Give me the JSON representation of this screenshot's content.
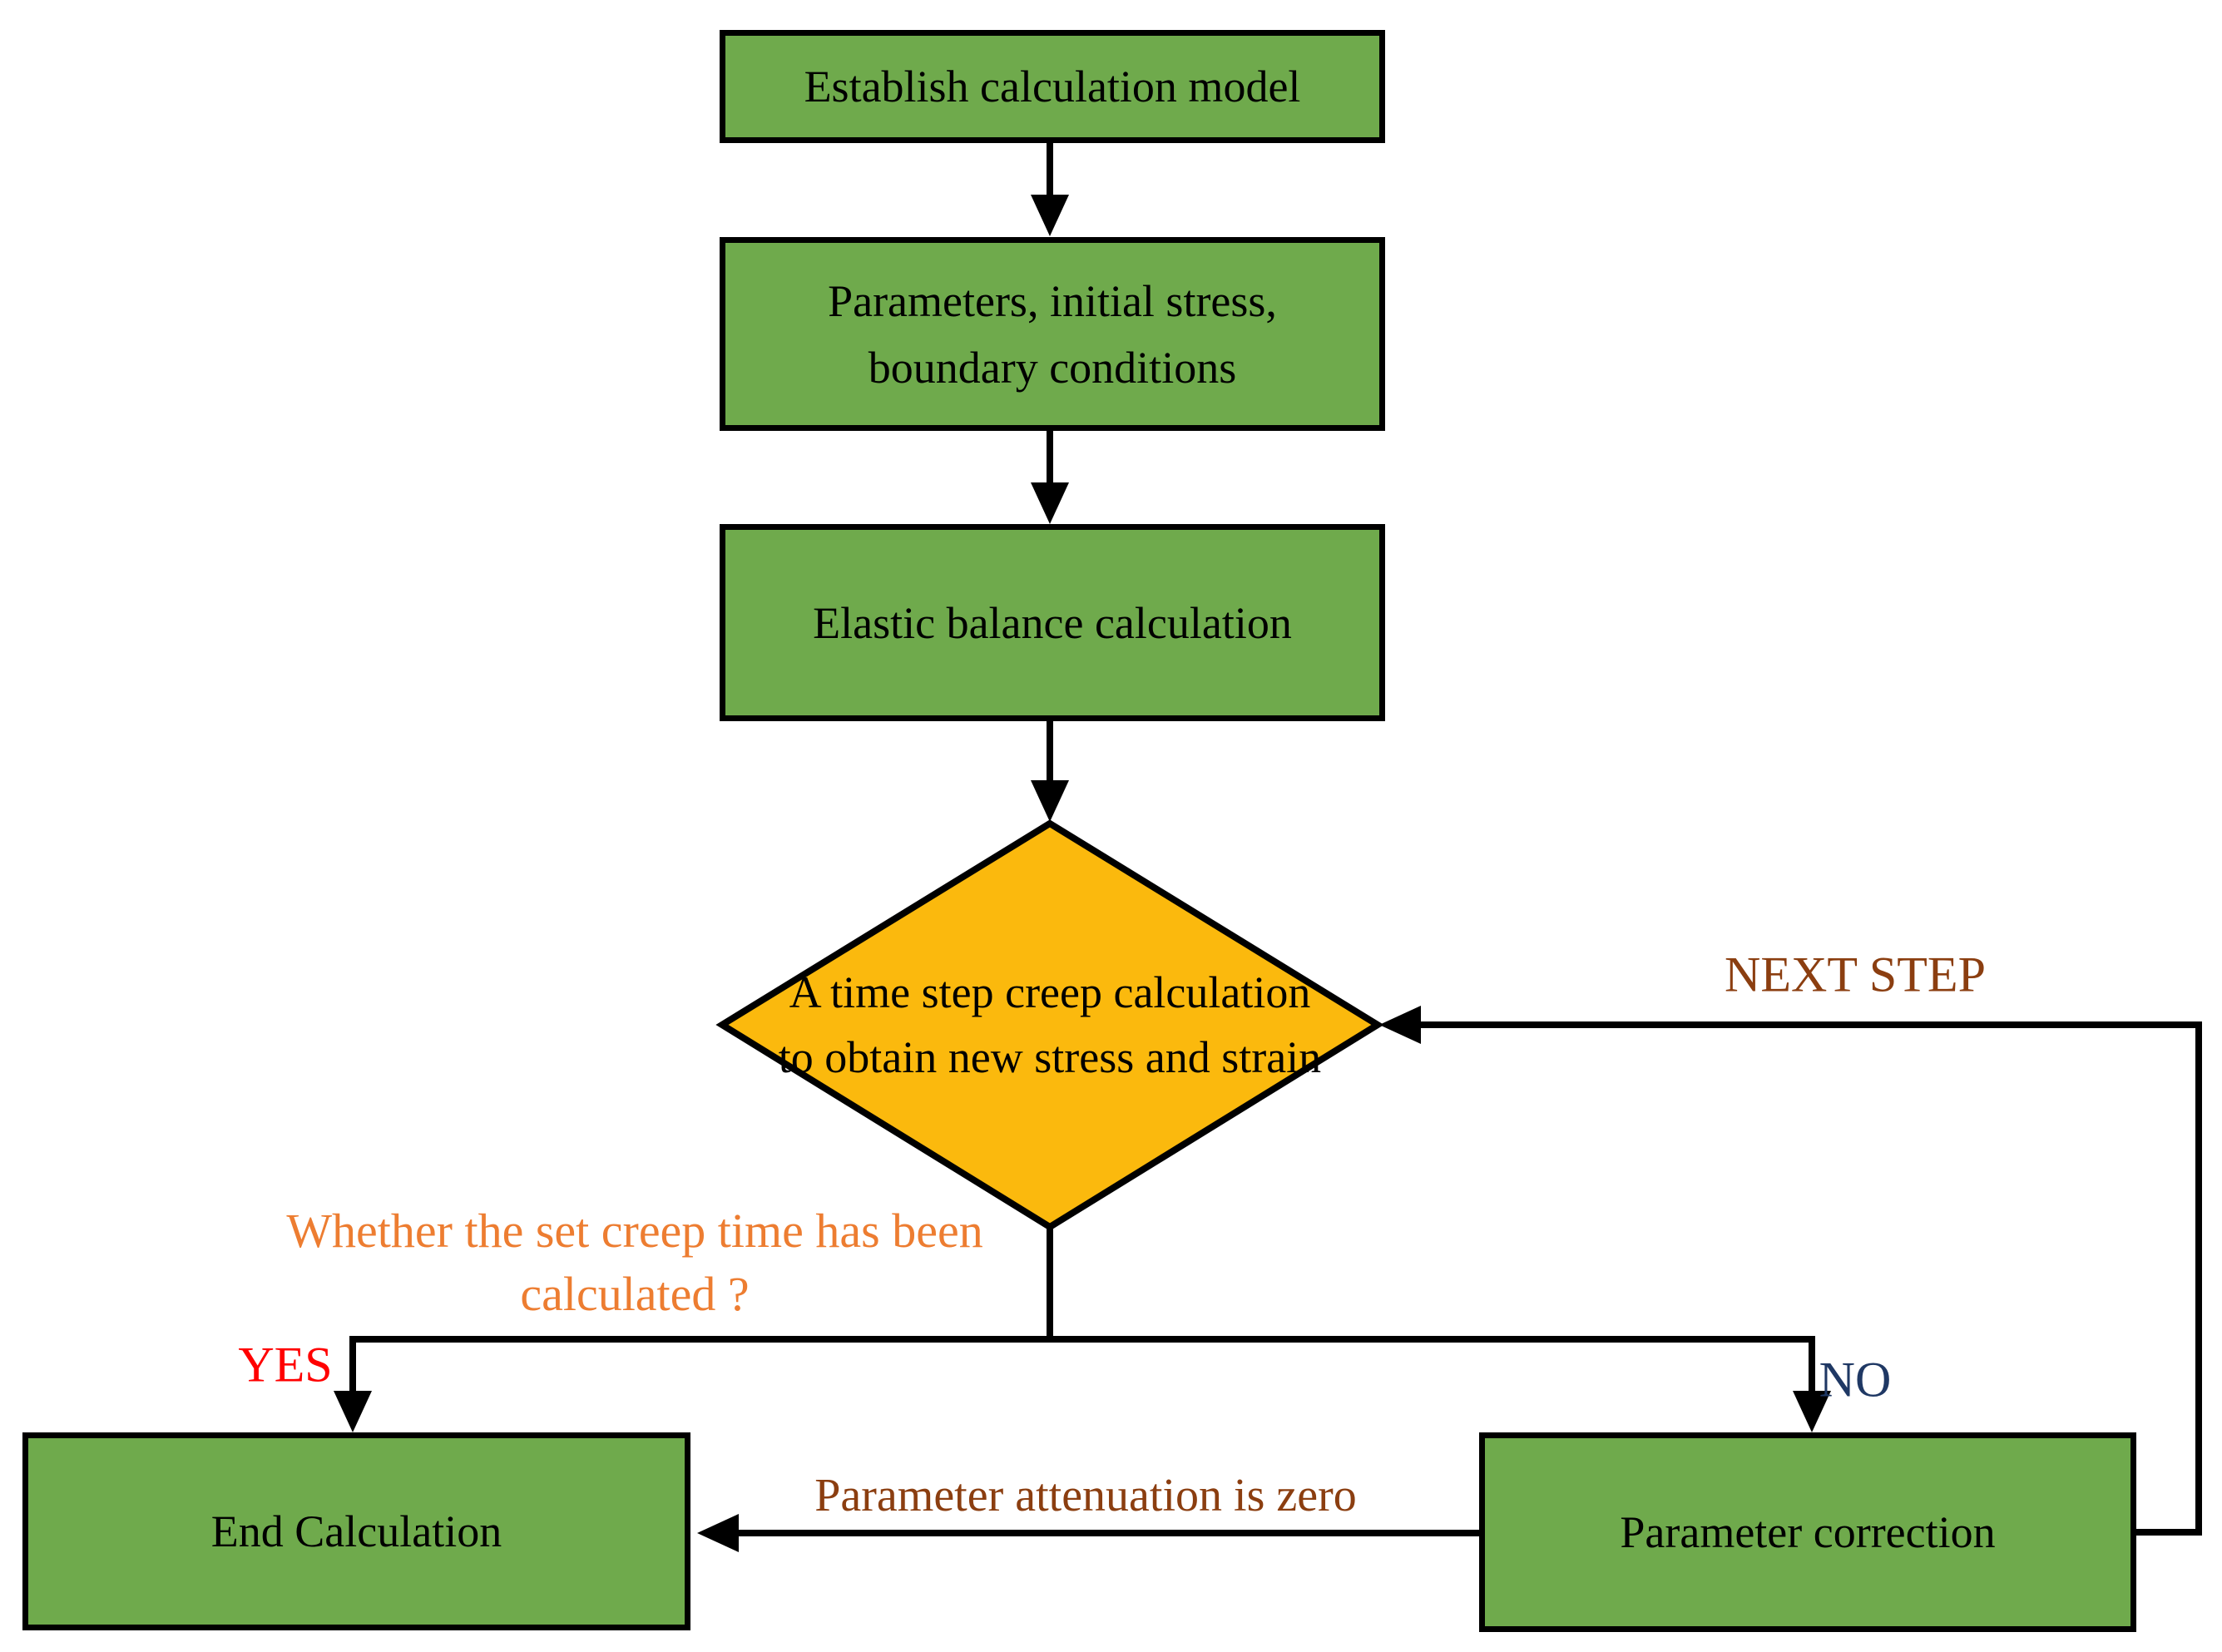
{
  "colors": {
    "box_fill": "#6FAA4C",
    "diamond_fill": "#FBB90D",
    "outline": "#000000",
    "box_text": "#000000",
    "yes_label": "#FF0000",
    "no_label": "#1F3864",
    "loop_label": "#8B3E10",
    "question_label": "#ED7D31"
  },
  "nodes": {
    "establish": {
      "label": "Establish calculation model"
    },
    "parameters": {
      "lines": [
        "Parameters, initial stress,",
        "boundary conditions"
      ]
    },
    "elastic": {
      "label": "Elastic balance calculation"
    },
    "decision": {
      "lines": [
        "A time step creep calculation",
        "to obtain new stress and strain"
      ]
    },
    "end": {
      "label": "End Calculation"
    },
    "correction": {
      "label": "Parameter correction"
    }
  },
  "labels": {
    "question": {
      "lines": [
        "Whether the set creep time has been",
        "calculated ?"
      ]
    },
    "yes": "YES",
    "no": "NO",
    "next_step": "NEXT STEP",
    "attenuation": "Parameter attenuation is zero"
  }
}
